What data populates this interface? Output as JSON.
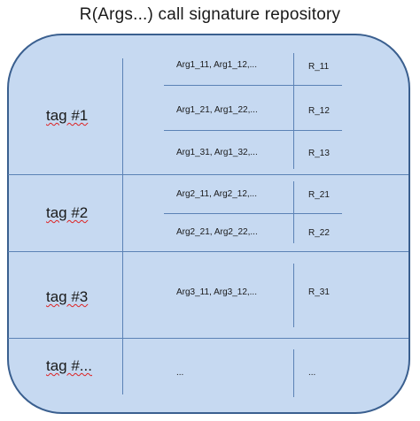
{
  "title": "R(Args...) call signature repository",
  "rows": [
    {
      "tag": "tag #1",
      "entries": [
        {
          "args": "Arg1_11, Arg1_12,...",
          "ret": "R_11"
        },
        {
          "args": "Arg1_21, Arg1_22,...",
          "ret": "R_12"
        },
        {
          "args": "Arg1_31, Arg1_32,...",
          "ret": "R_13"
        }
      ]
    },
    {
      "tag": "tag #2",
      "entries": [
        {
          "args": "Arg2_11, Arg2_12,...",
          "ret": "R_21"
        },
        {
          "args": "Arg2_21, Arg2_22,...",
          "ret": "R_22"
        }
      ]
    },
    {
      "tag": "tag #3",
      "entries": [
        {
          "args": "Arg3_11, Arg3_12,...",
          "ret": "R_31"
        }
      ]
    },
    {
      "tag": "tag #...",
      "entries": [
        {
          "args": "...",
          "ret": "..."
        }
      ]
    }
  ],
  "colors": {
    "panel_fill": "#c6d9f1",
    "panel_border": "#3a5f8f",
    "grid_line": "#5b82b5"
  }
}
